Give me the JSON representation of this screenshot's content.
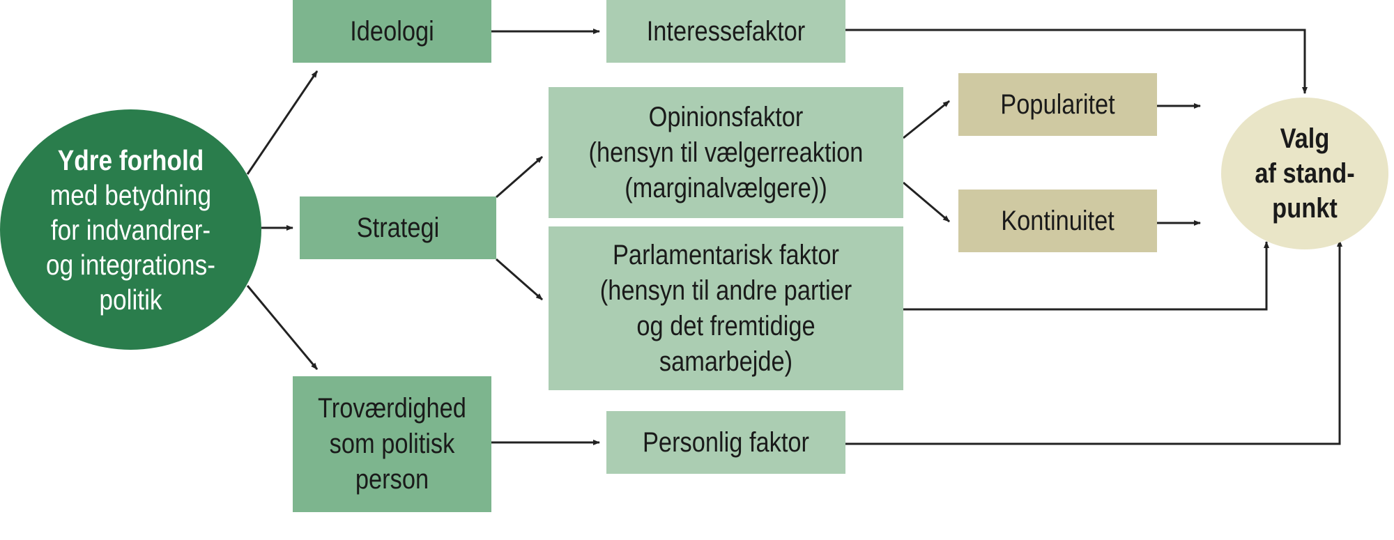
{
  "colors": {
    "dark_green": "#2a7d4c",
    "mid_green": "#7db58e",
    "light_green": "#abcdb2",
    "tan": "#cfc9a2",
    "cream": "#e9e5c7",
    "line": "#222222"
  },
  "nodes": {
    "ydre": {
      "title": "Ydre forhold",
      "lines": [
        "med betydning",
        "for indvandrer-",
        "og integrations-",
        "politik"
      ]
    },
    "ideologi": {
      "label": "Ideologi"
    },
    "strategi": {
      "label": "Strategi"
    },
    "trovaerdighed": {
      "lines": [
        "Troværdighed",
        "som politisk",
        "person"
      ]
    },
    "interessefaktor": {
      "label": "Interessefaktor"
    },
    "opinionsfaktor": {
      "lines": [
        "Opinionsfaktor",
        "(hensyn til vælgerreaktion",
        "(marginalvælgere))"
      ]
    },
    "parlamentarisk": {
      "lines": [
        "Parlamentarisk faktor",
        "(hensyn til andre partier",
        "og det fremtidige",
        "samarbejde)"
      ]
    },
    "personlig": {
      "label": "Personlig faktor"
    },
    "popularitet": {
      "label": "Popularitet"
    },
    "kontinuitet": {
      "label": "Kontinuitet"
    },
    "valg": {
      "lines": [
        "Valg",
        "af stand-",
        "punkt"
      ]
    }
  }
}
